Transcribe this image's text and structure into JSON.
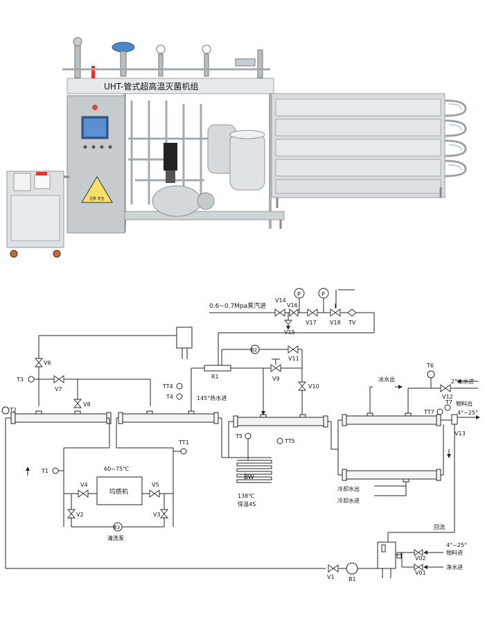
{
  "photo": {
    "banner": "UHT-管式超高温灭菌机组",
    "warning_label": "注意 安全"
  },
  "diagram": {
    "steam_inlet": "0.6~0.7Mpa蒸汽进",
    "hot_water_inlet": "145°热水进",
    "chilled_water_out": "冰水出",
    "chilled_water_in": "2°冰水进",
    "product_out": "物料出",
    "product_out_temp": "4°~25°",
    "cooling_water_out": "冷却水出",
    "cooling_water_in": "冷却水进",
    "return_flow": "回流",
    "product_in_temp": "4°~25°",
    "product_in": "物料进",
    "clean_water_in": "净水进",
    "homogenizer": "均质机",
    "homogenizer_temp": "60~75℃",
    "cleaning_pump": "清洗泵",
    "holding_temp": "138℃",
    "holding_time": "保温4S",
    "bw": "BW",
    "labels": {
      "V14": "V14",
      "V15": "V15",
      "V16": "V16",
      "V17": "V17",
      "V18": "V18",
      "TV": "TV",
      "P1": "P",
      "P2": "P",
      "V6": "V6",
      "V7": "V7",
      "V8": "V8",
      "V9": "V9",
      "V10": "V10",
      "V11": "V11",
      "V12": "V12",
      "V13": "V13",
      "V4": "V4",
      "V5": "V5",
      "V2": "V2",
      "V3": "V3",
      "V1": "V1",
      "V01": "V01",
      "V02": "V02",
      "B1": "B1",
      "B2": "B2",
      "B3": "B3",
      "R1": "R1",
      "T1": "T1",
      "T2": "T2",
      "T3": "T3",
      "T4": "T4",
      "T5": "T5",
      "T6": "T6",
      "T7": "T7",
      "TT1": "TT1",
      "TT4": "TT4",
      "TT5": "TT5",
      "TT7": "TT7"
    }
  }
}
